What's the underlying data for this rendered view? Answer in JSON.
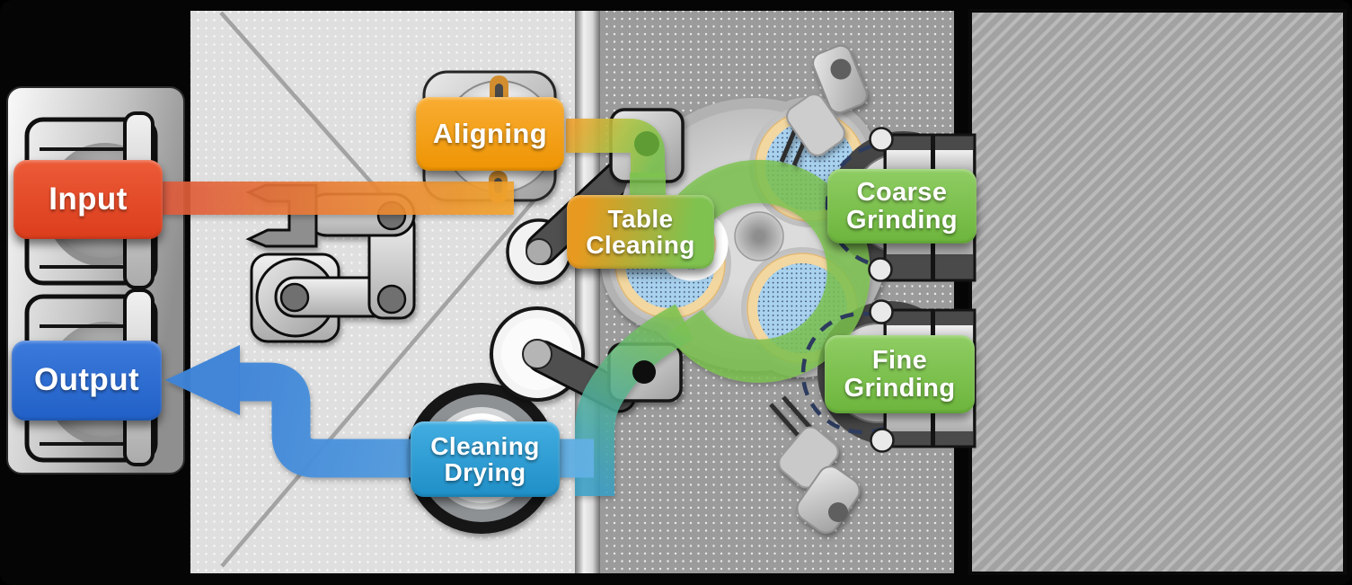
{
  "stage_labels": {
    "input": {
      "text": "Input",
      "color": "#E04A28"
    },
    "aligning": {
      "text": "Aligning",
      "color": "#F5A01D"
    },
    "table_cleaning": {
      "line1": "Table",
      "line2": "Cleaning",
      "color_left": "#E8991F",
      "color_right": "#7FC24F"
    },
    "coarse_grinding": {
      "line1": "Coarse",
      "line2": "Grinding",
      "color": "#7CC24E"
    },
    "fine_grinding": {
      "line1": "Fine",
      "line2": "Grinding",
      "color": "#7CC24E"
    },
    "cleaning_drying": {
      "line1": "Cleaning",
      "line2": "Drying",
      "color": "#2E9FD6"
    },
    "output": {
      "text": "Output",
      "color": "#2B6BD5"
    }
  },
  "flow_bands": {
    "input_transfer": {
      "colors": [
        "#E05A3D",
        "#F3A52C"
      ]
    },
    "align_transfer": {
      "colors": [
        "#F2A32C",
        "#7CC24E"
      ]
    },
    "grinding_loop": {
      "color": "#7CC24E"
    },
    "unload_transfer": {
      "colors": [
        "#7CC24E",
        "#3AA0C6"
      ]
    },
    "output_transfer": {
      "colors": [
        "#60AEE2",
        "#3E84D8"
      ]
    }
  }
}
